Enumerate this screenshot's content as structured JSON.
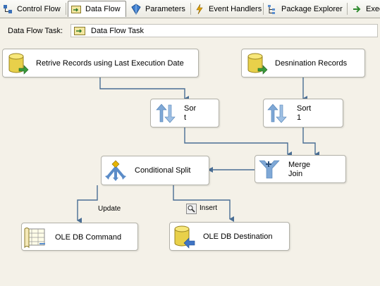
{
  "tabs": [
    {
      "label": "Control Flow",
      "icon": "control-flow-icon",
      "active": false
    },
    {
      "label": "Data Flow",
      "icon": "data-flow-icon",
      "active": true
    },
    {
      "label": "Parameters",
      "icon": "parameters-icon",
      "active": false
    },
    {
      "label": "Event Handlers",
      "icon": "event-handlers-icon",
      "active": false
    },
    {
      "label": "Package Explorer",
      "icon": "package-explorer-icon",
      "active": false
    },
    {
      "label": "Exec",
      "icon": "execute-arrow-icon",
      "active": false
    }
  ],
  "task": {
    "label": "Data Flow Task:",
    "value": "Data Flow Task"
  },
  "nodes": {
    "source1": {
      "label": "Retrive Records using Last Execution Date",
      "icon": "database-source-icon"
    },
    "source2": {
      "label": "Desnination Records",
      "icon": "database-source-icon"
    },
    "sort_t": {
      "label1": "Sor",
      "label2": "t",
      "icon": "sort-icon"
    },
    "sort_1": {
      "label1": "Sort",
      "label2": "1",
      "icon": "sort-icon"
    },
    "merge": {
      "label1": "Merge",
      "label2": "Join",
      "icon": "merge-join-icon"
    },
    "split": {
      "label": "Conditional Split",
      "icon": "conditional-split-icon"
    },
    "command": {
      "label": "OLE DB Command",
      "icon": "ole-db-command-icon"
    },
    "dest": {
      "label": "OLE DB Destination",
      "icon": "database-destination-icon"
    }
  },
  "paths": {
    "update": "Update",
    "insert": "Insert"
  },
  "colors": {
    "wire": "#4a6e94",
    "canvas": "#f4f1e8",
    "cylinder": "#e8d04a",
    "sort_arrow": "#7fa8d6"
  }
}
